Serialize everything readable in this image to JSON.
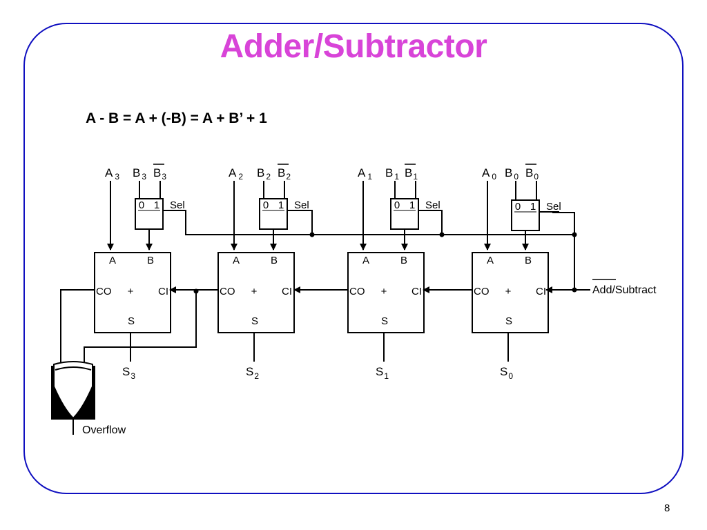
{
  "slide": {
    "title": "Adder/Subtractor",
    "equation": "A - B = A + (-B) = A + B’ + 1",
    "page_number": "8",
    "title_color": "#d844d8",
    "frame_color": "#1010c0"
  },
  "diagram": {
    "adders": [
      {
        "a": "A",
        "b": "B",
        "co": "CO",
        "plus": "+",
        "ci": "CI",
        "s": "S",
        "in_a": "A",
        "in_b": "B",
        "in_b_bar": "B",
        "bit": "3",
        "out": "S",
        "mux_0": "0",
        "mux_1": "1",
        "mux_sel": "Sel"
      },
      {
        "a": "A",
        "b": "B",
        "co": "CO",
        "plus": "+",
        "ci": "CI",
        "s": "S",
        "in_a": "A",
        "in_b": "B",
        "in_b_bar": "B",
        "bit": "2",
        "out": "S",
        "mux_0": "0",
        "mux_1": "1",
        "mux_sel": "Sel"
      },
      {
        "a": "A",
        "b": "B",
        "co": "CO",
        "plus": "+",
        "ci": "CI",
        "s": "S",
        "in_a": "A",
        "in_b": "B",
        "in_b_bar": "B",
        "bit": "1",
        "out": "S",
        "mux_0": "0",
        "mux_1": "1",
        "mux_sel": "Sel"
      },
      {
        "a": "A",
        "b": "B",
        "co": "CO",
        "plus": "+",
        "ci": "CI",
        "s": "S",
        "in_a": "A",
        "in_b": "B",
        "in_b_bar": "B",
        "bit": "0",
        "out": "S",
        "mux_0": "0",
        "mux_1": "1",
        "mux_sel": "Sel"
      }
    ],
    "control_label_bar": "Add",
    "control_label_rest": "/Subtract",
    "overflow_label": "Overflow"
  }
}
